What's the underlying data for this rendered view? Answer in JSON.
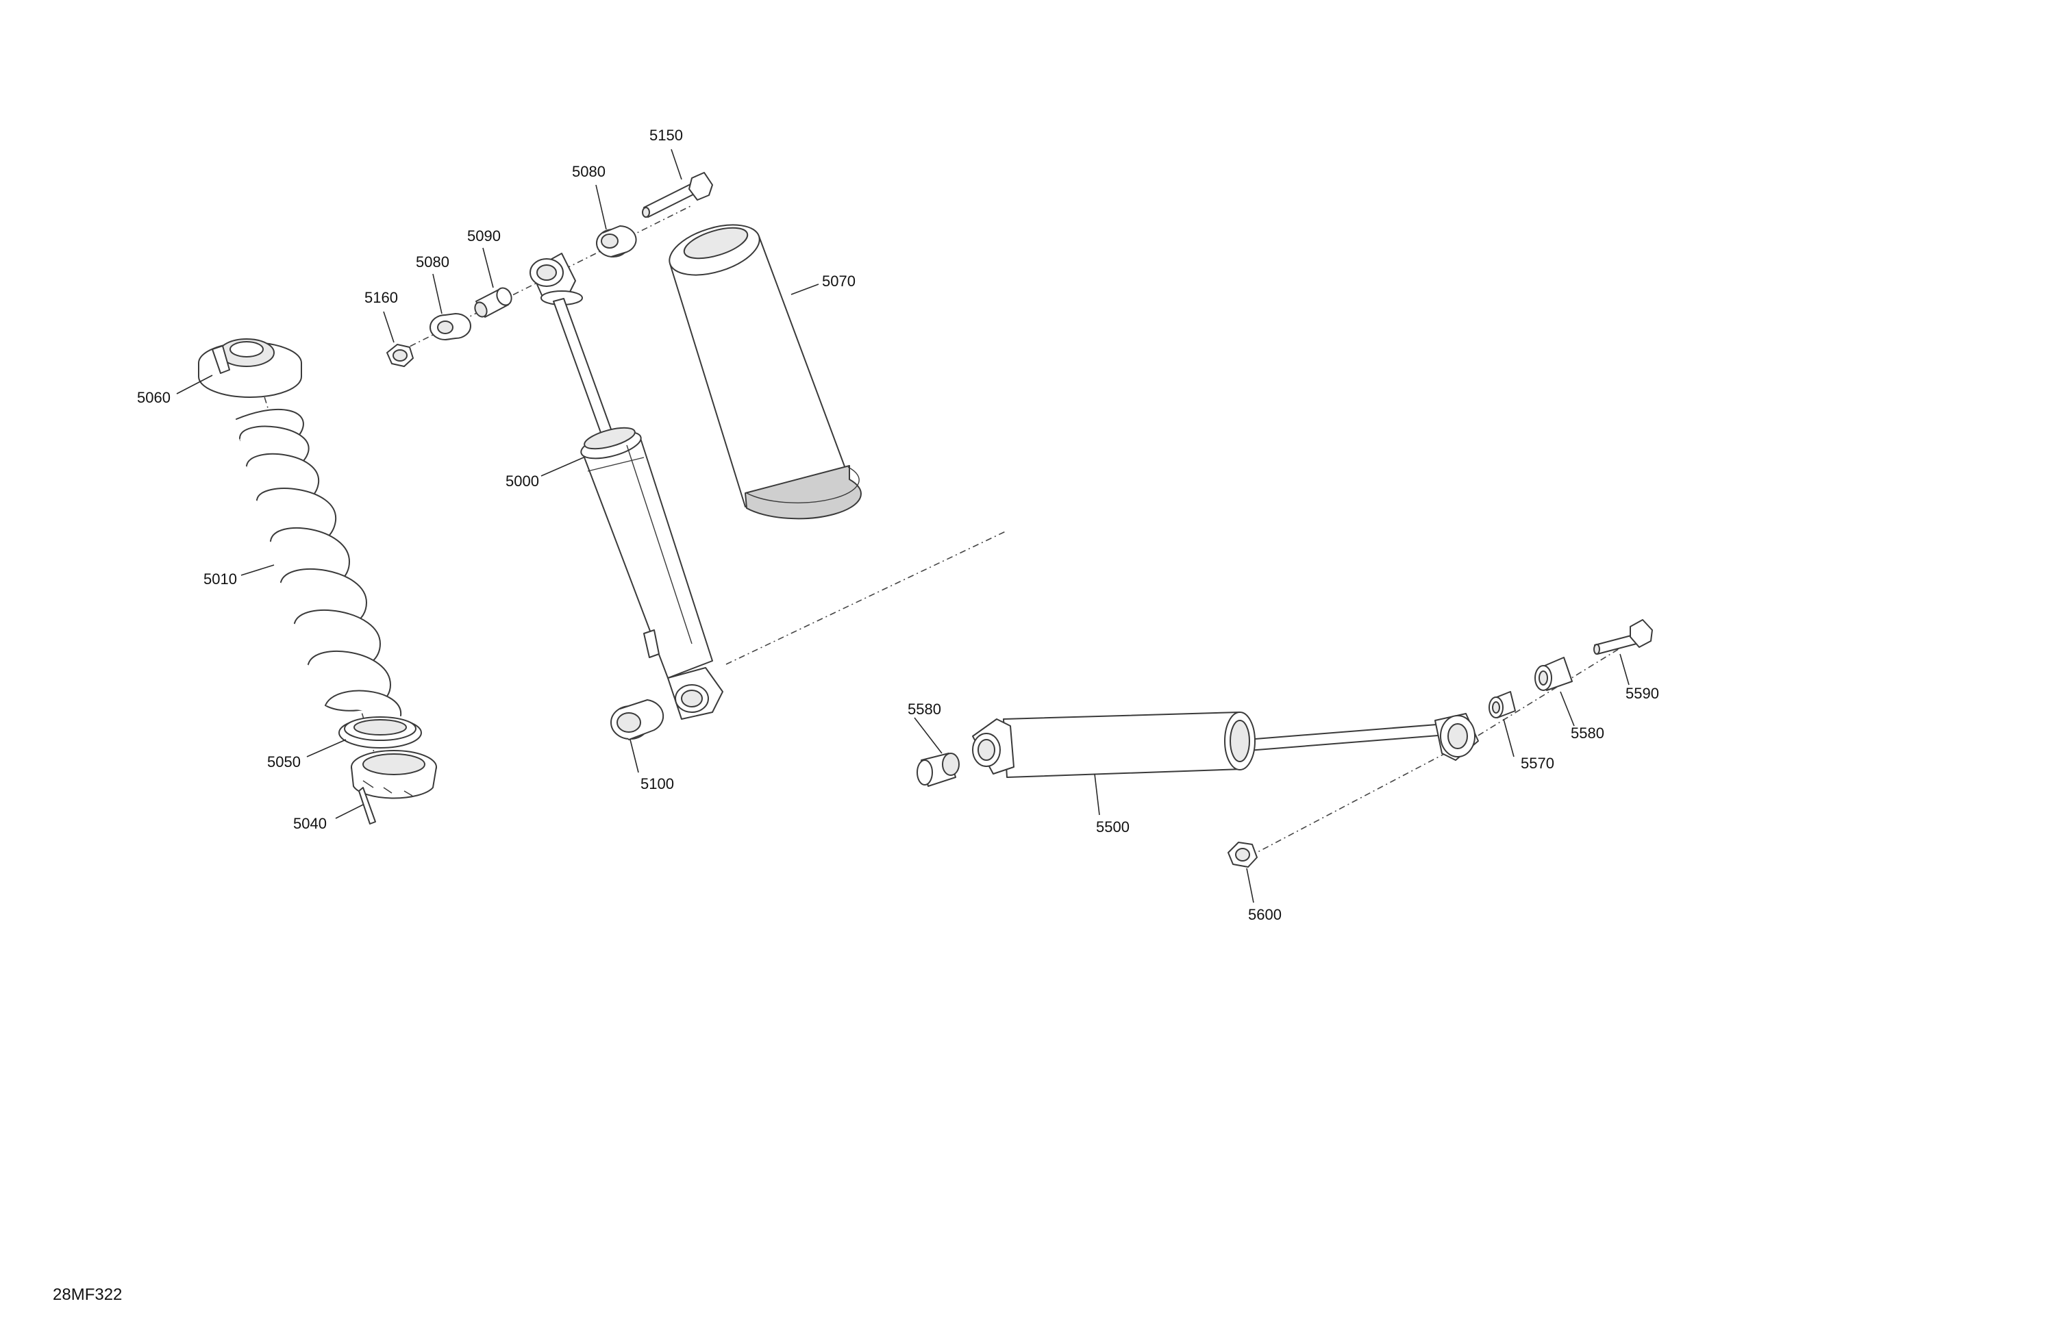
{
  "diagram_code": "28MF322",
  "callouts": {
    "c5000": "5000",
    "c5010": "5010",
    "c5040": "5040",
    "c5050": "5050",
    "c5060": "5060",
    "c5070": "5070",
    "c5080a": "5080",
    "c5080b": "5080",
    "c5090": "5090",
    "c5100": "5100",
    "c5150": "5150",
    "c5160": "5160",
    "c5500": "5500",
    "c5570": "5570",
    "c5580a": "5580",
    "c5580b": "5580",
    "c5590": "5590",
    "c5600": "5600"
  }
}
